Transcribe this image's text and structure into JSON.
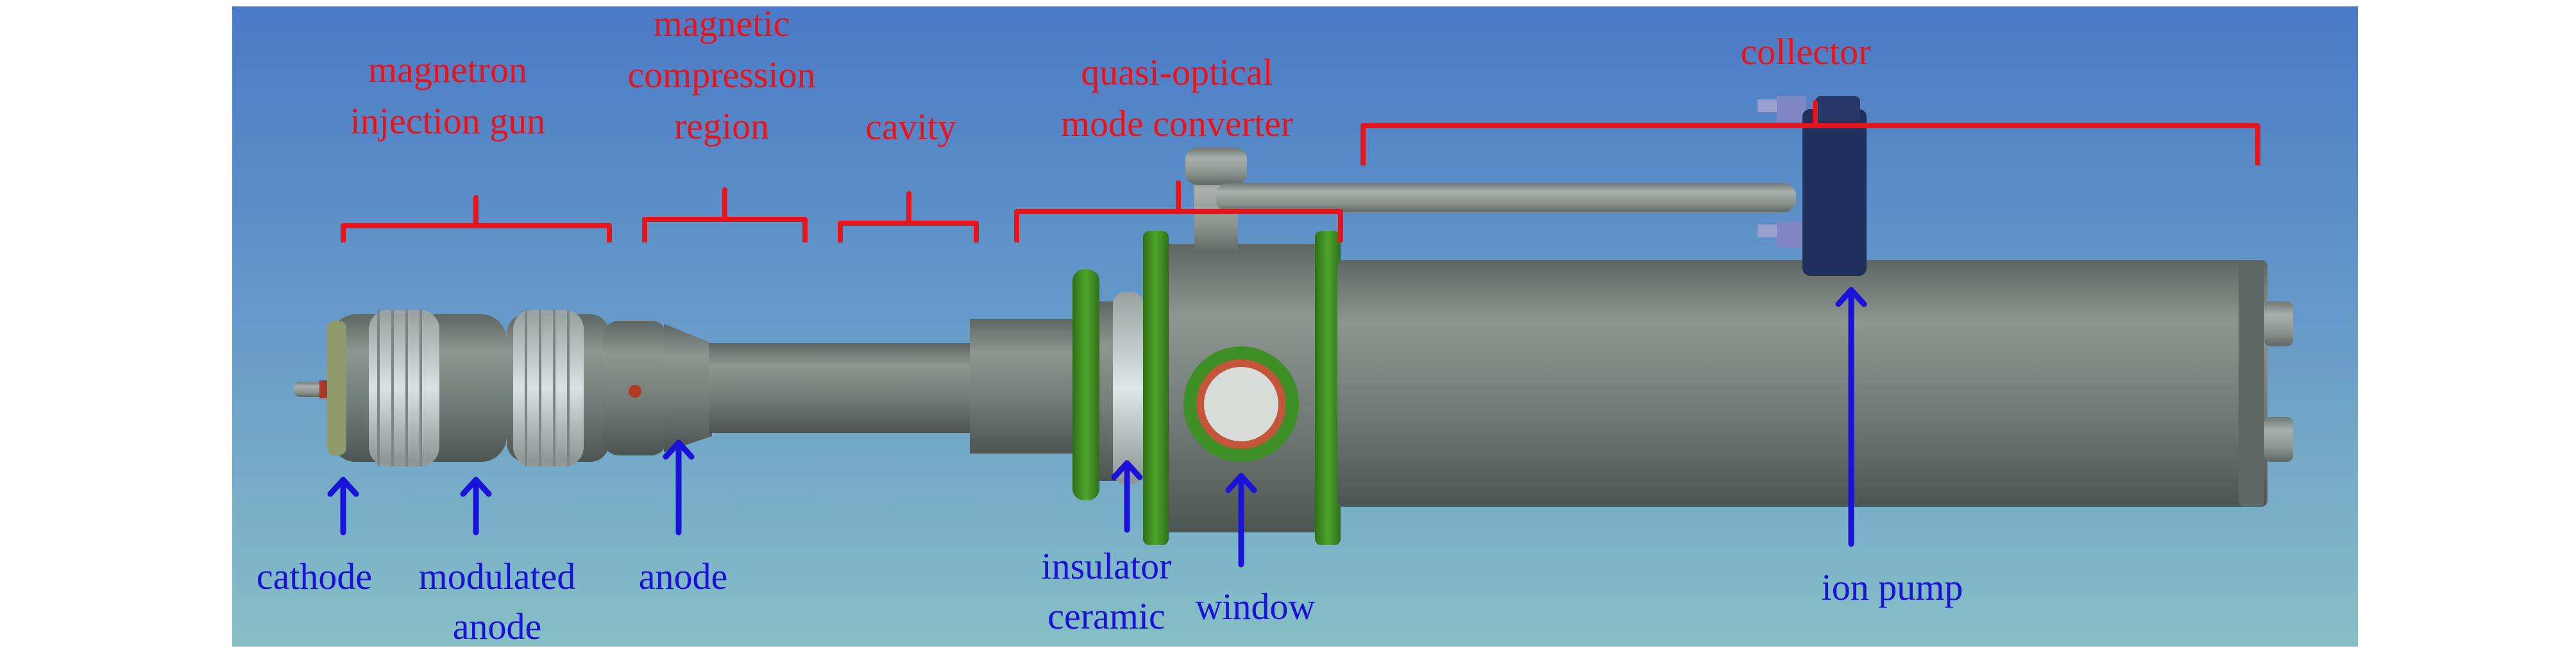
{
  "colors": {
    "region_label": "#e8141c",
    "component_label": "#1a12d8",
    "background_top": "#4a7ac6",
    "background_bottom": "#86bfc6",
    "metal": "#7c8580",
    "flange_green": "#3f8f22",
    "pump_blue": "#1f2f5e"
  },
  "region_labels": {
    "magnetron_gun": [
      "magnetron",
      "injection gun"
    ],
    "magnetic_compression": [
      "magnetic",
      "compression",
      "region"
    ],
    "cavity": [
      "cavity"
    ],
    "mode_converter": [
      "quasi-optical",
      "mode converter"
    ],
    "collector": [
      "collector"
    ]
  },
  "component_labels": {
    "cathode": [
      "cathode"
    ],
    "modulated_anode": [
      "modulated",
      "anode"
    ],
    "anode": [
      "anode"
    ],
    "insulator_ceramic": [
      "insulator",
      "ceramic"
    ],
    "window": [
      "window"
    ],
    "ion_pump": [
      "ion pump"
    ]
  }
}
